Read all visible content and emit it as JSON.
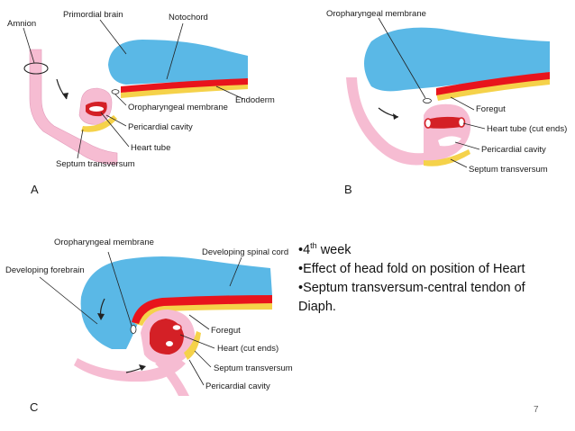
{
  "panels": {
    "a": {
      "letter": "A",
      "labels": {
        "amnion": "Amnion",
        "primordial_brain": "Primordial brain",
        "notochord": "Notochord",
        "endoderm": "Endoderm",
        "oropharyngeal_membrane": "Oropharyngeal membrane",
        "pericardial_cavity": "Pericardial cavity",
        "heart_tube": "Heart tube",
        "septum_transversum": "Septum transversum"
      }
    },
    "b": {
      "letter": "B",
      "labels": {
        "oropharyngeal_membrane": "Oropharyngeal membrane",
        "foregut": "Foregut",
        "heart_tube_cut_ends": "Heart tube (cut ends)",
        "pericardial_cavity": "Pericardial cavity",
        "septum_transversum": "Septum transversum"
      }
    },
    "c": {
      "letter": "C",
      "labels": {
        "oropharyngeal_membrane": "Oropharyngeal membrane",
        "developing_spinal_cord": "Developing spinal cord",
        "developing_forebrain": "Developing forebrain",
        "foregut": "Foregut",
        "heart_cut_ends": "Heart (cut ends)",
        "septum_transversum": "Septum transversum",
        "pericardial_cavity": "Pericardial cavity"
      }
    }
  },
  "notes": {
    "bullet": "•",
    "week_number": "4",
    "week_suffix": "th",
    "week_rest": " week",
    "line2": "•Effect of head fold on position of Heart",
    "line3": "•Septum transversum-central tendon of Diaph."
  },
  "page_number": "7",
  "colors": {
    "neural_tube": "#5ab8e6",
    "tissue_pink": "#f6bcd2",
    "endoderm_red": "#e8141c",
    "endoderm_yellow": "#f5d24a",
    "heart_red": "#d42026"
  }
}
